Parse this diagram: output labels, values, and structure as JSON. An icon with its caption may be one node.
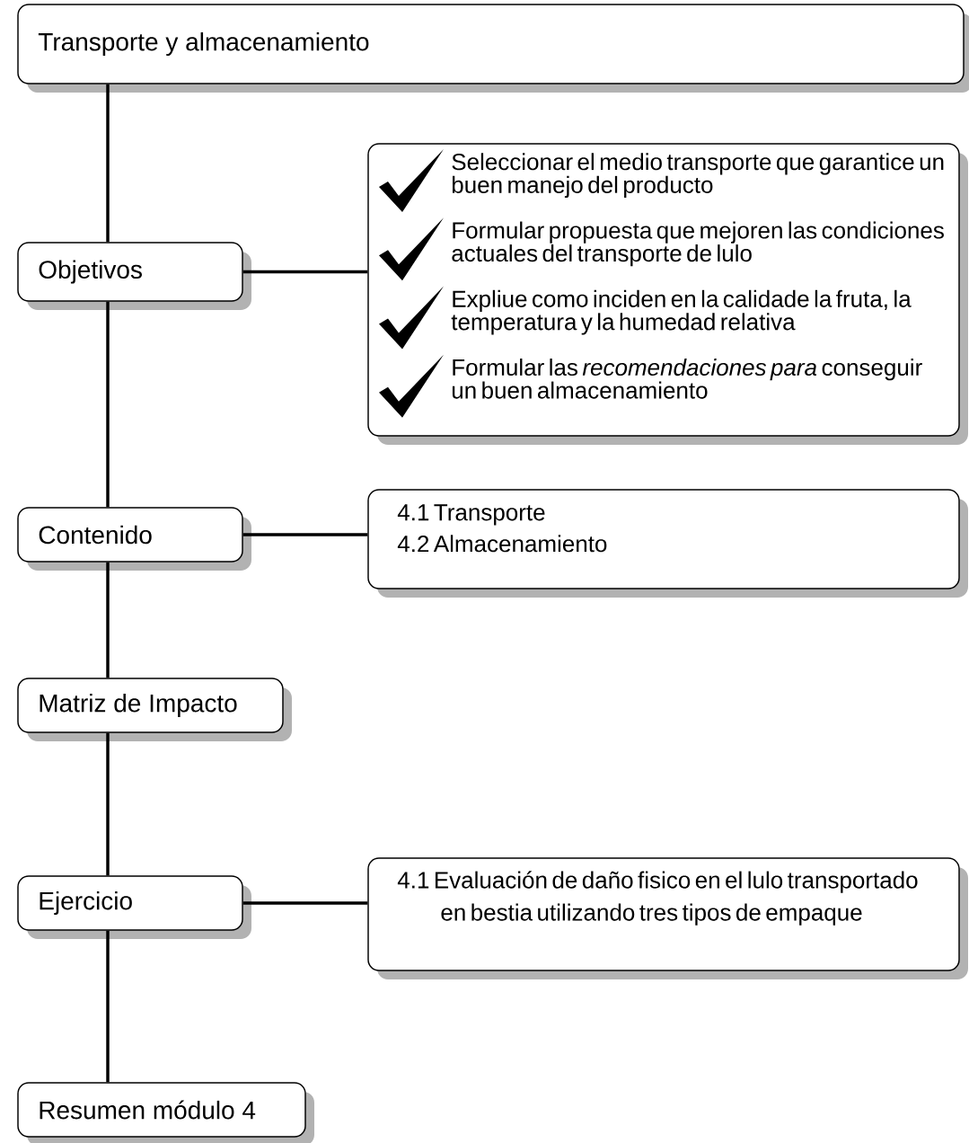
{
  "diagram": {
    "nodes": [
      {
        "text": [
          "Transporte y almacenamiento"
        ]
      },
      {
        "text": [
          "Objetivos"
        ]
      },
      {
        "text": [
          "Seleccionar el medio transporte que garantice un buen manejo del producto",
          "Formular propuesta que mejoren las condiciones actuales del transporte de lulo",
          "Expliue como inciden en la calidade la fruta, la temperatura y la humedad relativa",
          "Formular las *recomendaciones para* conseguir un buen almacenamiento"
        ]
      },
      {
        "text": [
          "Contenido"
        ]
      },
      {
        "text": [
          "4.1 Transporte",
          "4.2 Almacenamiento"
        ]
      },
      {
        "text": [
          "Matriz de Impacto"
        ]
      },
      {
        "text": [
          "Ejercicio"
        ]
      },
      {
        "text": [
          "4.1 Evaluación de daño fisico en el lulo transportado en bestia utilizando tres tipos de empaque"
        ]
      },
      {
        "text": [
          "Resumen módulo 4"
        ]
      }
    ],
    "edges": [
      {
        "from": 0,
        "to": 1,
        "arrow": "none"
      },
      {
        "from": 1,
        "to": 3,
        "arrow": "none"
      },
      {
        "from": 3,
        "to": 5,
        "arrow": "none"
      },
      {
        "from": 5,
        "to": 6,
        "arrow": "none"
      },
      {
        "from": 6,
        "to": 8,
        "arrow": "none"
      },
      {
        "from": 1,
        "to": 2,
        "arrow": "none"
      },
      {
        "from": 3,
        "to": 4,
        "arrow": "none"
      },
      {
        "from": 6,
        "to": 7,
        "arrow": "none"
      }
    ]
  }
}
